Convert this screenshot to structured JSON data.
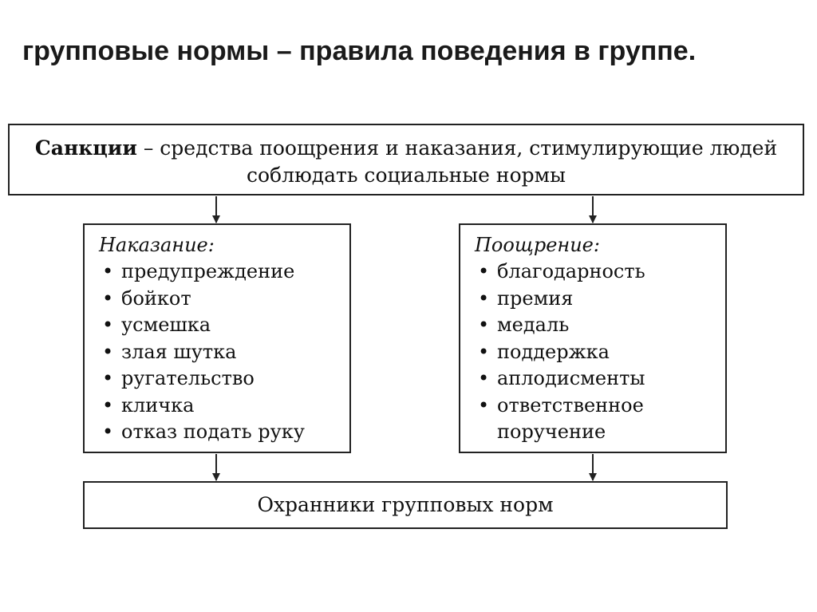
{
  "title": "групповые нормы – правила поведения в группе.",
  "sanctions": {
    "term": "Санкции",
    "definition": " – средства поощрения и наказания, стимулирующие людей соблюдать социальные нормы"
  },
  "punishment": {
    "heading": "Наказание:",
    "items": [
      "предупреждение",
      "бойкот",
      "усмешка",
      "злая шутка",
      "ругательство",
      "кличка",
      "отказ подать руку"
    ]
  },
  "reward": {
    "heading": "Поощрение:",
    "items": [
      "благодарность",
      "премия",
      "медаль",
      "поддержка",
      "аплодисменты",
      "ответственное поручение"
    ]
  },
  "guardians": {
    "label": "Охранники групповых норм"
  }
}
